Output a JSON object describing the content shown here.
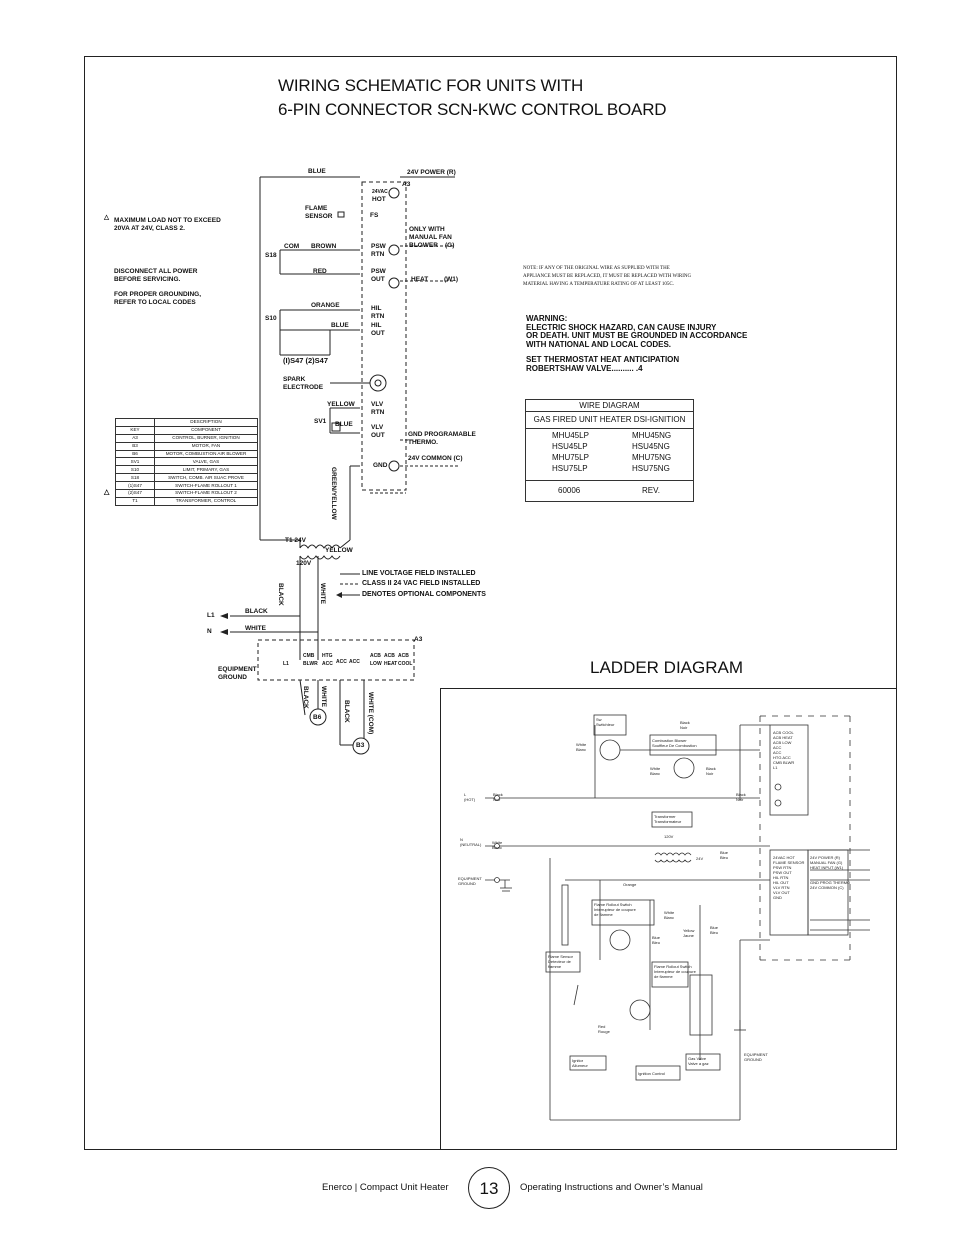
{
  "title": {
    "line1": "WIRING SCHEMATIC FOR UNITS WITH",
    "line2": "6-PIN CONNECTOR SCN-KWC CONTROL BOARD"
  },
  "ladder_title": "LADDER DIAGRAM",
  "notes": {
    "max_load": "MAXIMUM LOAD NOT TO EXCEED\n20VA AT 24V, CLASS 2.",
    "disconnect": "DISCONNECT ALL POWER\nBEFORE SERVICING.",
    "grounding": "FOR PROPER GROUNDING,\nREFER TO LOCAL CODES",
    "replace": "NOTE: IF ANY OF THE ORIGINAL WIRE AS SUPPLIED WITH THE APPLIANCE MUST BE REPLACED, IT MUST BE REPLACED WITH WIRING MATERIAL HAVING A TEMPERATURE RATING OF AT LEAST 105C.",
    "warning": "WARNING:\nELECTRIC SHOCK HAZARD, CAN CAUSE INJURY\nOR DEATH. UNIT MUST BE GROUNDED IN ACCORDANCE\nWITH NATIONAL AND LOCAL CODES.",
    "thermostat": "SET THERMOSTAT HEAT ANTICIPATION\nROBERTSHAW VALVE.......... .4"
  },
  "wire_diagram": {
    "header": "WIRE DIAGRAM",
    "subtitle": "GAS FIRED UNIT HEATER DSI-IGNITION",
    "models_left": [
      "MHU45LP",
      "HSU45LP",
      "MHU75LP",
      "HSU75LP"
    ],
    "models_right": [
      "MHU45NG",
      "HSU45NG",
      "MHU75NG",
      "HSU75NG"
    ],
    "number": "60006",
    "rev": "REV."
  },
  "key_table": {
    "header": [
      "KEY",
      "DESCRIPTION"
    ],
    "top": "DESCRIPTION",
    "rows": [
      [
        "KEY",
        "COMPONENT"
      ],
      [
        "A3",
        "CONTROL, BURNER, IGNITION"
      ],
      [
        "B3",
        "MOTOR, FAN"
      ],
      [
        "B6",
        "MOTOR, COMBUSTION AIR BLOWER"
      ],
      [
        "SV1",
        "VALVE, GAS"
      ],
      [
        "S10",
        "LIMIT, PRIMARY, GAS"
      ],
      [
        "S18",
        "SWITCH, COMB. AIR SUAC PROVE"
      ],
      [
        "(1)S47",
        "SWITCH-FLAME ROLLOUT 1"
      ],
      [
        "(2)S47",
        "SWITCH-FLAME ROLLOUT 2"
      ],
      [
        "T1",
        "TRANSFORMER, CONTROL"
      ]
    ]
  },
  "legend": {
    "solid": "LINE VOLTAGE FIELD INSTALLED",
    "dashed": "CLASS II 24 VAC FIELD INSTALLED",
    "arrow": "DENOTES OPTIONAL COMPONENTS"
  },
  "labels": {
    "blue": "BLUE",
    "power": "24V POWER (R)",
    "a3": "A3",
    "vac24": "24VAC",
    "hot": "HOT",
    "flame_sensor": "FLAME\nSENSOR",
    "fs": "FS",
    "only_with": "ONLY WITH\nMANUAL FAN\nBLOWER",
    "g": "(G)",
    "s18": "S18",
    "com": "COM",
    "brown": "BROWN",
    "psw_rtn": "PSW\nRTN",
    "red": "RED",
    "psw_out": "PSW\nOUT",
    "heat": "HEAT",
    "w1": "(W1)",
    "orange": "ORANGE",
    "s10": "S10",
    "hil_rtn": "HIL\nRTN",
    "blue2": "BLUE",
    "hil_out": "HIL\nOUT",
    "s47": "(I)S47  (2)S47",
    "spark": "SPARK\nELECTRODE",
    "yellow": "YELLOW",
    "vlv_rtn": "VLV\nRTN",
    "sv1": "SV1",
    "blue3": "BLUE",
    "vlv_out": "VLV\nOUT",
    "gnd": "GND PROGRAMABLE\nTHERMO.",
    "gnd2": "GND",
    "common": "24V COMMON (C)",
    "green_yellow": "GREEN/YELLOW",
    "t1": "T1  24V",
    "yellow2": "YELLOW",
    "v120": "120V",
    "black": "BLACK",
    "white": "WHITE",
    "l1": "L1",
    "n": "N",
    "black2": "BLACK",
    "white2": "WHITE",
    "a3b": "A3",
    "equip": "EQUIPMENT\nGROUND",
    "l1b": "L1",
    "cmb": "CMB\nBLWR",
    "htg": "HTG\nACC",
    "acc1": "ACC",
    "acc2": "ACC",
    "acb_low": "ACB\nLOW",
    "acb_heat": "ACB\nHEAT",
    "acb_cool": "ACB\nCOOL",
    "b6": "B6",
    "b3": "B3",
    "black3": "BLACK",
    "white3": "WHITE",
    "black4": "BLACK",
    "white_com": "WHITE (COM)"
  },
  "ladder": {
    "sw": "Sw\nSwitchleur",
    "black_top": "Black\nNoir",
    "white_blanc": "White\nBlanc",
    "comb_blower": "Combustion Blower\nSouffleur De Combustion",
    "white_blanc2": "White\nBlanc",
    "black_noir2": "Black\nNoir",
    "l_hot": "L\n(HOT)",
    "black_noir3": "Black\nNoir",
    "black_noir4": "Black\nNoir",
    "transformer": "Transformer\nTransformateur",
    "v120": "120V",
    "v24": "24V",
    "n_neutral": "N\n(NEUTRAL)",
    "white_blanc3": "White\nBlanc",
    "blue_bleu": "Blue\nBleu",
    "equip": "EQUIPMENT\nGROUND",
    "orange": "Orange",
    "combustion_switch": "Flame Rollout Switch\nInterrupteur de coupure\nde flamme",
    "white_blanc4": "White\nBlanc",
    "blue_bleu2": "Blue\nBleu",
    "yellow_jaune": "Yellow\nJaune",
    "blue_bleu3": "Blue\nBleu",
    "flame_sensor": "Flame Sensor\nDetecteur de\nflamme",
    "rollout": "Flame Rollout Switch\nInterrupteur de coupure\nde flamme",
    "red_rouge": "Red\nRouge",
    "ignitor": "Ignitor\nAllumeur",
    "gas_valve": "Gas Valve\nValve a gaz",
    "ignition_control": "Ignition Control",
    "equip2": "EQUIPMENT\nGROUND",
    "board_top": "ACB COOL\nACB HEAT\nACB LOW\nACC\nACC\nHTG ACC\nCMB BLWR\nL1",
    "board_bottom": "24VAC HOT\nFLAME SENSOR\nPSW RTN\nPSW OUT\nHIL RTN\nHIL OUT\nVLV RTN\nVLV OUT\nGND",
    "right_labels": "24V POWER (R)\nMANUAL FAN (G)\nHEAT INPUT (W1)\n\n\nGND PROG THERMO\n24V COMMON (C)"
  },
  "footer": {
    "left": "Enerco | Compact Unit Heater",
    "page": "13",
    "right": "Operating Instructions and Owner’s Manual"
  }
}
